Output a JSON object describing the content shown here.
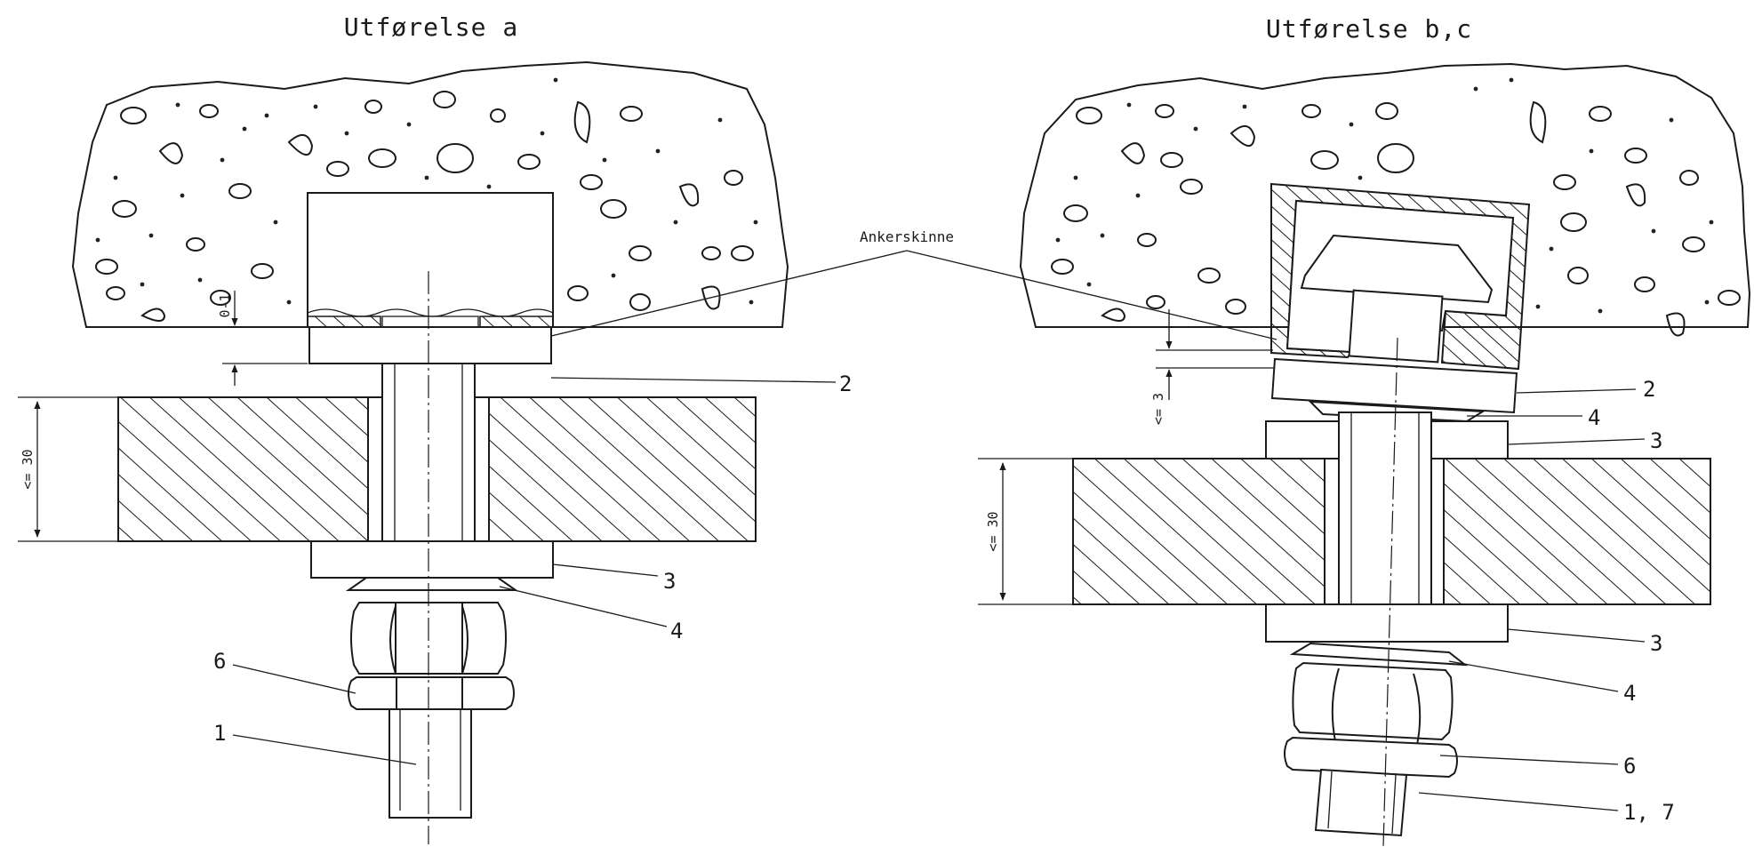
{
  "titles": {
    "left": "Utførelse a",
    "right": "Utførelse b,c"
  },
  "callouts": {
    "anchor_rail": "Ankerskinne",
    "left": {
      "n2": "2",
      "n3": "3",
      "n4": "4",
      "n6": "6",
      "n1": "1"
    },
    "right": {
      "n2": "2",
      "n4_top": "4",
      "n3_top": "3",
      "n3_bottom": "3",
      "n4_bottom": "4",
      "n6": "6",
      "n17": "1, 7"
    }
  },
  "dimensions": {
    "left_gap": "0-1",
    "left_plate": "<= 30",
    "right_gap": "<= 3",
    "right_plate": "<= 30"
  }
}
